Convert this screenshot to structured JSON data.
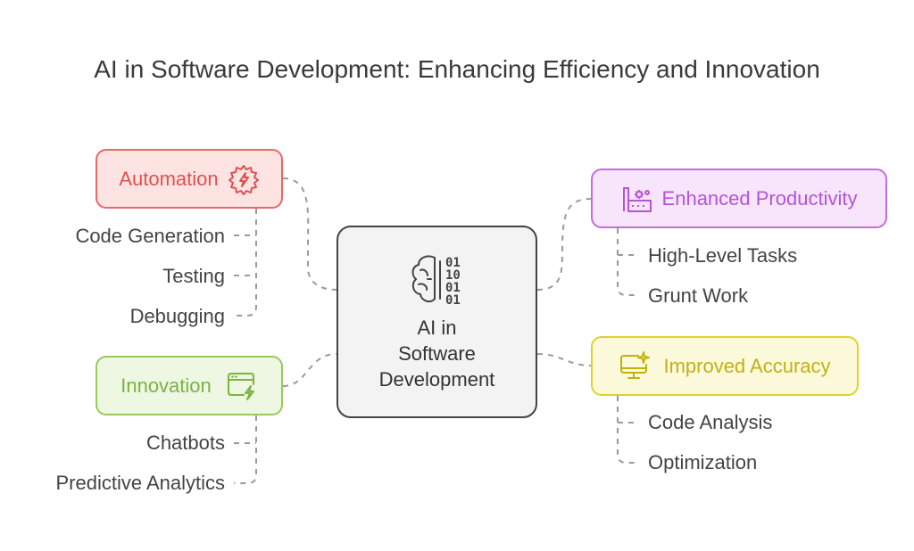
{
  "title": "AI in Software Development: Enhancing Efficiency and Innovation",
  "center": {
    "label_lines": [
      "AI in",
      "Software",
      "Development"
    ],
    "icon": "brain-binary-icon",
    "binary": [
      "01",
      "10",
      "01",
      "01"
    ]
  },
  "branches": {
    "automation": {
      "label": "Automation",
      "icon": "gear-flash-icon",
      "color": "#e0504e",
      "items": [
        "Code Generation",
        "Testing",
        "Debugging"
      ]
    },
    "innovation": {
      "label": "Innovation",
      "icon": "browser-bolt-icon",
      "color": "#7cb342",
      "items": [
        "Chatbots",
        "Predictive Analytics"
      ]
    },
    "productivity": {
      "label": "Enhanced Productivity",
      "icon": "factory-gear-icon",
      "color": "#b653d8",
      "items": [
        "High-Level Tasks",
        "Grunt Work"
      ]
    },
    "accuracy": {
      "label": "Improved Accuracy",
      "icon": "monitor-sparkle-icon",
      "color": "#c2b011",
      "items": [
        "Code Analysis",
        "Optimization"
      ]
    }
  }
}
